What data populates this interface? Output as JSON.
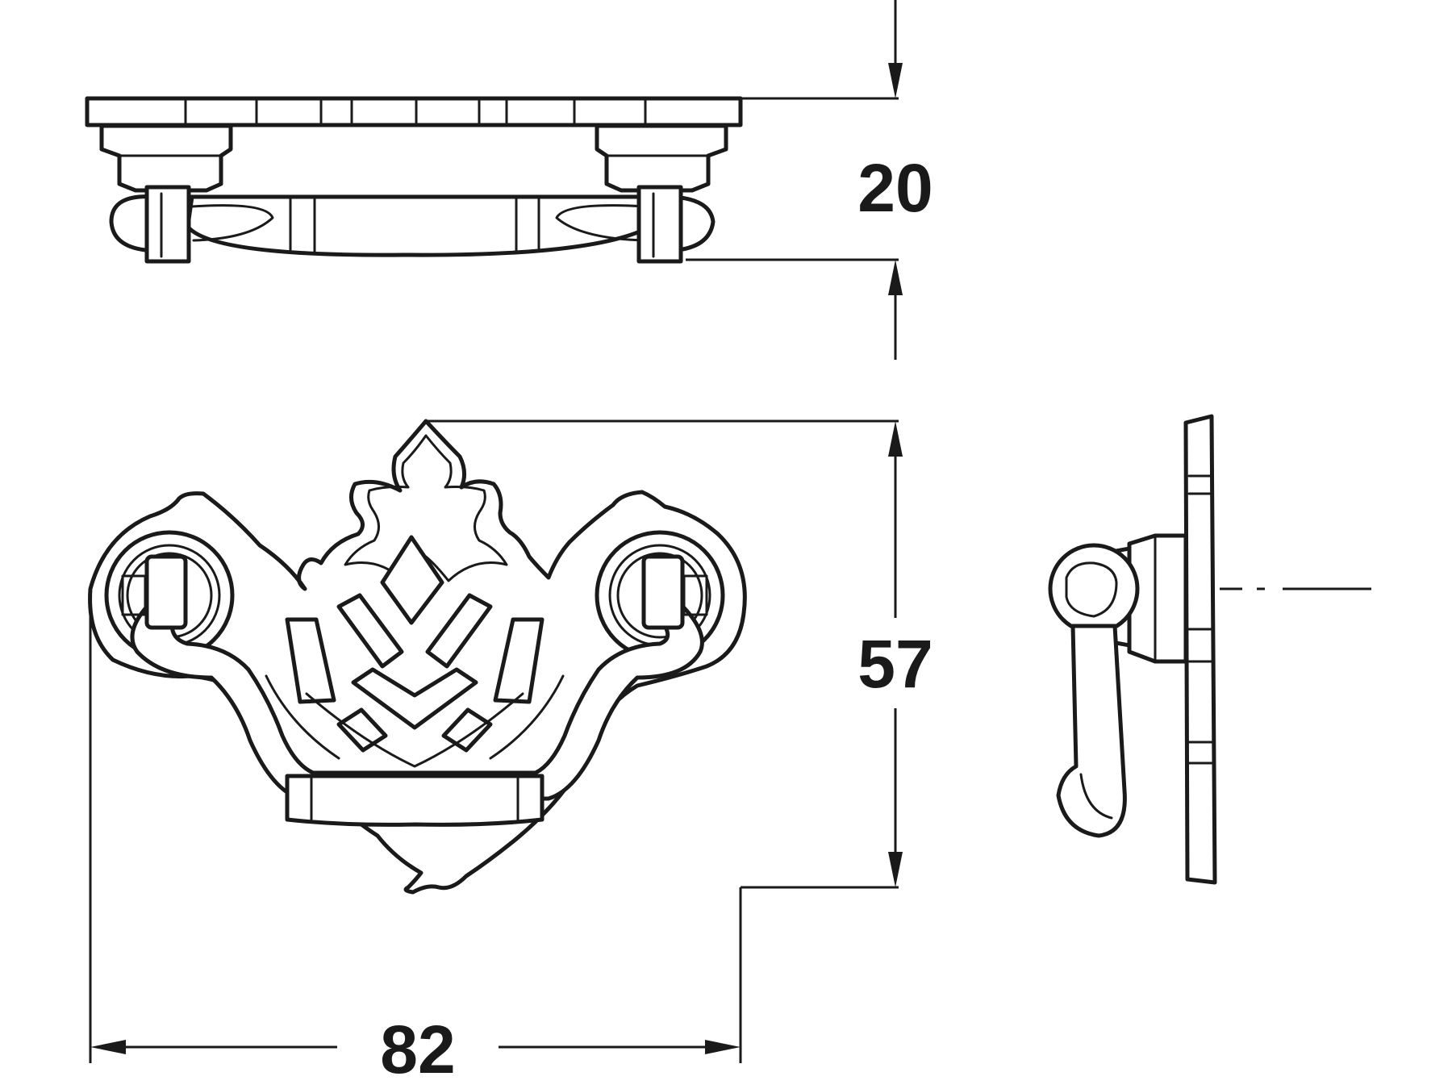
{
  "dimensions": {
    "height": "20",
    "length": "57",
    "width": "82"
  }
}
